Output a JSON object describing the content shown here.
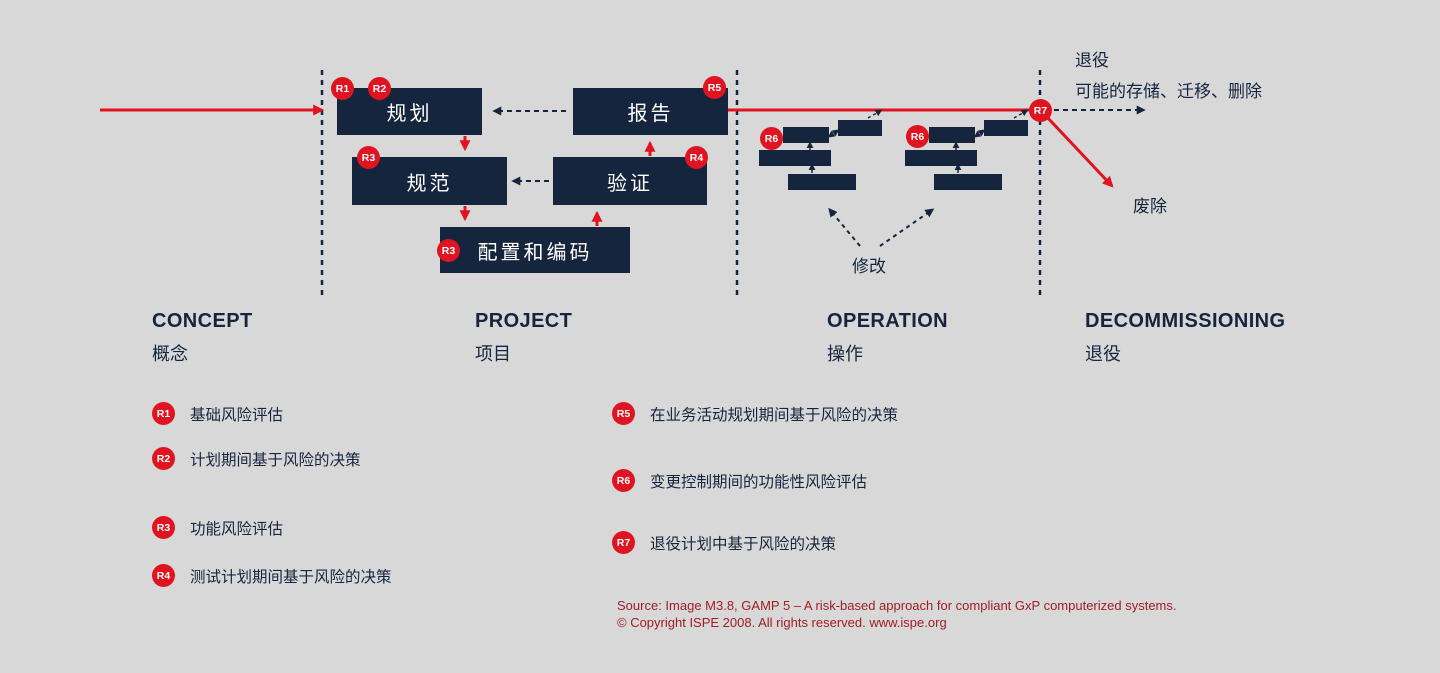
{
  "colors": {
    "background": "#d8d8d8",
    "navy": "#16253e",
    "red": "#e01320",
    "badge_red": "#e01320",
    "source_text": "#a11d25"
  },
  "diagram": {
    "boxes": {
      "planning": "规划",
      "reporting": "报告",
      "specification": "规范",
      "verification": "验证",
      "configuration": "配置和编码"
    },
    "badges": {
      "r1": "R1",
      "r2": "R2",
      "r3": "R3",
      "r4": "R4",
      "r5": "R5",
      "r6": "R6",
      "r7": "R7"
    },
    "annotations": {
      "retirement_line1": "退役",
      "retirement_line2": "可能的存储、迁移、删除",
      "disposal": "废除",
      "modify": "修改"
    }
  },
  "phases": [
    {
      "en": "CONCEPT",
      "zh": "概念"
    },
    {
      "en": "PROJECT",
      "zh": "项目"
    },
    {
      "en": "OPERATION",
      "zh": "操作"
    },
    {
      "en": "DECOMMISSIONING",
      "zh": "退役"
    }
  ],
  "legend": {
    "left": [
      {
        "badge": "R1",
        "text": "基础风险评估"
      },
      {
        "badge": "R2",
        "text": "计划期间基于风险的决策"
      },
      {
        "badge": "R3",
        "text": "功能风险评估"
      },
      {
        "badge": "R4",
        "text": "测试计划期间基于风险的决策"
      }
    ],
    "right": [
      {
        "badge": "R5",
        "text": "在业务活动规划期间基于风险的决策"
      },
      {
        "badge": "R6",
        "text": "变更控制期间的功能性风险评估"
      },
      {
        "badge": "R7",
        "text": "退役计划中基于风险的决策"
      }
    ]
  },
  "source": {
    "line1": "Source: Image M3.8, GAMP 5 – A risk-based approach for compliant GxP computerized systems.",
    "line2": "© Copyright ISPE 2008. All rights reserved. www.ispe.org"
  }
}
